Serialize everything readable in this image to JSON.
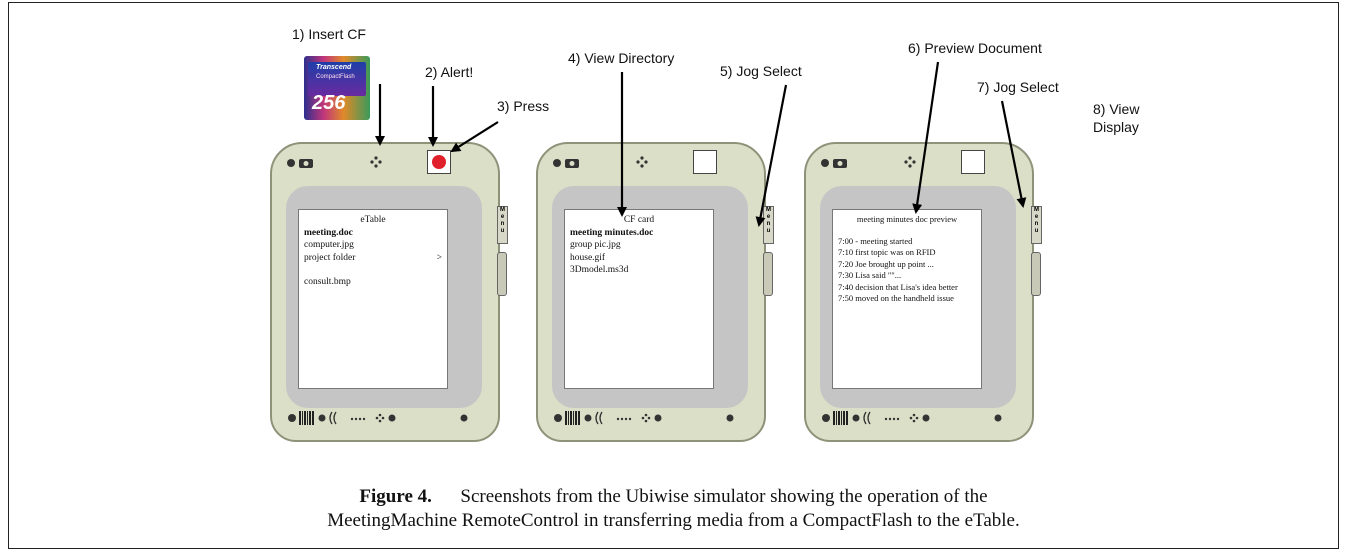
{
  "steps": {
    "s1": "1) Insert CF",
    "s2": "2) Alert!",
    "s3": "3) Press",
    "s4": "4) View Directory",
    "s5": "5) Jog Select",
    "s6": "6) Preview Document",
    "s7": "7) Jog Select",
    "s8a": "8) View",
    "s8b": "Display"
  },
  "cf_card": {
    "brand": "Transcend",
    "product": "CompactFlash",
    "capacity": "256"
  },
  "device1": {
    "title": "eTable",
    "items": [
      "meeting.doc",
      "computer.jpg",
      "project folder",
      "consult.bmp"
    ],
    "folder_marker": ">"
  },
  "device2": {
    "title": "CF card",
    "items": [
      "meeting minutes.doc",
      "group pic.jpg",
      "house.gif",
      "3Dmodel.ms3d"
    ]
  },
  "device3": {
    "title": "meeting minutes doc preview",
    "lines": [
      "7:00 - meeting started",
      "7:10 first topic was on RFID",
      "7:20 Joe brought up point ...",
      "7:30 Lisa said \"\"...",
      "7:40 decision that Lisa's idea better",
      "7:50 moved on the handheld issue"
    ]
  },
  "menu_label": "Menu",
  "caption": {
    "label": "Figure 4.",
    "line1": "Screenshots from the Ubiwise simulator showing the operation of the",
    "line2": "MeetingMachine RemoteControl in transferring media from a CompactFlash to the eTable."
  },
  "colors": {
    "alert": "#e0202a",
    "device_body": "#dcdfc8",
    "bezel": "#c5c5c5"
  }
}
